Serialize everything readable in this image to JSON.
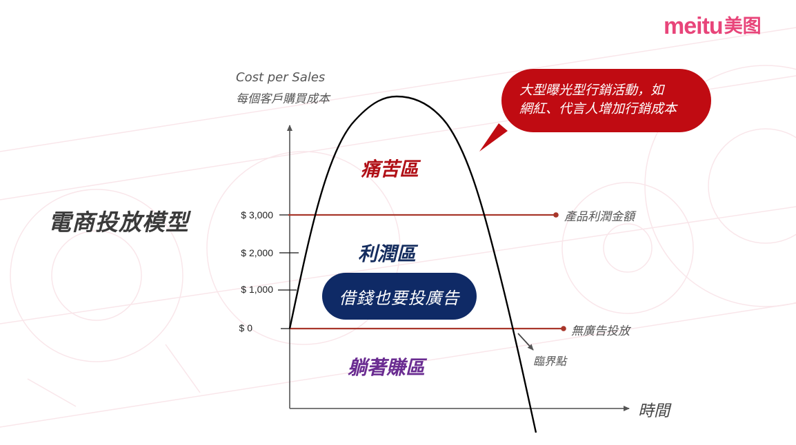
{
  "brand": {
    "logo_latin": "meitu",
    "logo_cjk": "美图",
    "color": "#e8457a"
  },
  "slide": {
    "title": "電商投放模型"
  },
  "axes": {
    "y_label_en": "Cost per Sales",
    "y_label_zh": "每個客戶購買成本",
    "x_label": "時間",
    "y_ticks": [
      "$ 3,000",
      "$ 2,000",
      "$ 1,000",
      "$ 0"
    ]
  },
  "zones": {
    "pain": "痛苦區",
    "profit": "利潤區",
    "lazy": "躺著賺區"
  },
  "callouts": {
    "pill": "借錢也要投廣告",
    "bubble_line1": "大型曝光型行銷活動，如",
    "bubble_line2": "網紅、代言人增加行銷成本",
    "profit_line": "產品利潤金額",
    "zero_line": "無廣告投放",
    "break_even": "臨界點"
  },
  "colors": {
    "pain": "#b00f16",
    "profit": "#142c5e",
    "lazy": "#6a2c91",
    "pill_bg": "#0f2a66",
    "bubble_bg": "#c00b12",
    "reference_line": "#a8362a"
  },
  "chart_data": {
    "type": "line",
    "title": "電商投放模型",
    "xlabel": "時間",
    "ylabel": "Cost per Sales / 每個客戶購買成本",
    "y_ticks": [
      0,
      1000,
      2000,
      3000
    ],
    "y_tick_labels": [
      "$ 0",
      "$ 1,000",
      "$ 2,000",
      "$ 3,000"
    ],
    "series": [
      {
        "name": "Cost per Sales curve (inverted parabola)",
        "shape": "rises from $0 at start, peaks well above $3,000, then falls below $0"
      }
    ],
    "reference_lines": [
      {
        "y": 3000,
        "label": "產品利潤金額"
      },
      {
        "y": 0,
        "label": "無廣告投放"
      }
    ],
    "regions": [
      {
        "label": "痛苦區",
        "description": "cost above $3,000 (profit line)"
      },
      {
        "label": "利潤區",
        "description": "cost between $0 and $3,000"
      },
      {
        "label": "躺著賺區",
        "description": "cost below $0"
      }
    ],
    "annotations": [
      "借錢也要投廣告",
      "大型曝光型行銷活動，如網紅、代言人增加行銷成本",
      "臨界點"
    ],
    "grid": false,
    "legend": "none"
  }
}
